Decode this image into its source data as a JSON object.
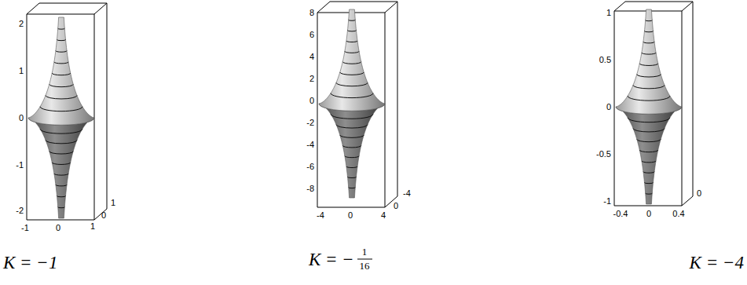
{
  "diagram": {
    "labels": [
      "2",
      "1",
      "0",
      "-1",
      "-2",
      "-1",
      "0",
      "1",
      "0",
      "1",
      "8",
      "6",
      "4",
      "2",
      "0",
      "-2",
      "-4",
      "-6",
      "-8",
      "-4",
      "0",
      "4",
      "0",
      "-4",
      "1",
      "0.5",
      "0",
      "-0.5",
      "-1",
      "-0.4",
      "0",
      "0.4",
      "0",
      "K = −1",
      "K = −",
      "1",
      "16",
      "K = −4"
    ]
  }
}
